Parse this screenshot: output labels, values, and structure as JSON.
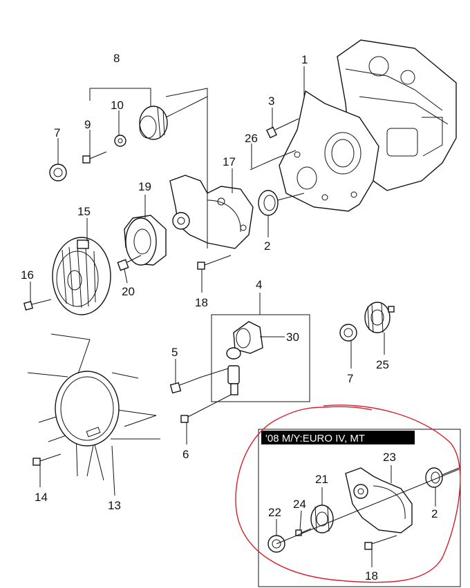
{
  "diagram": {
    "variant_label": "'08 M/Y:EURO IV, MT",
    "colors": {
      "line": "#111111",
      "highlight": "#d81c2a",
      "label_bg": "#000000",
      "background": "#ffffff"
    },
    "callouts": {
      "c1": "1",
      "c2a": "2",
      "c2b": "2",
      "c3": "3",
      "c4": "4",
      "c5": "5",
      "c6": "6",
      "c7a": "7",
      "c7b": "7",
      "c8": "8",
      "c9": "9",
      "c10": "10",
      "c13": "13",
      "c14": "14",
      "c15": "15",
      "c16": "16",
      "c17": "17",
      "c18a": "18",
      "c18b": "18",
      "c19": "19",
      "c20": "20",
      "c21": "21",
      "c22": "22",
      "c23": "23",
      "c24": "24",
      "c25": "25",
      "c26": "26",
      "c30": "30"
    }
  }
}
